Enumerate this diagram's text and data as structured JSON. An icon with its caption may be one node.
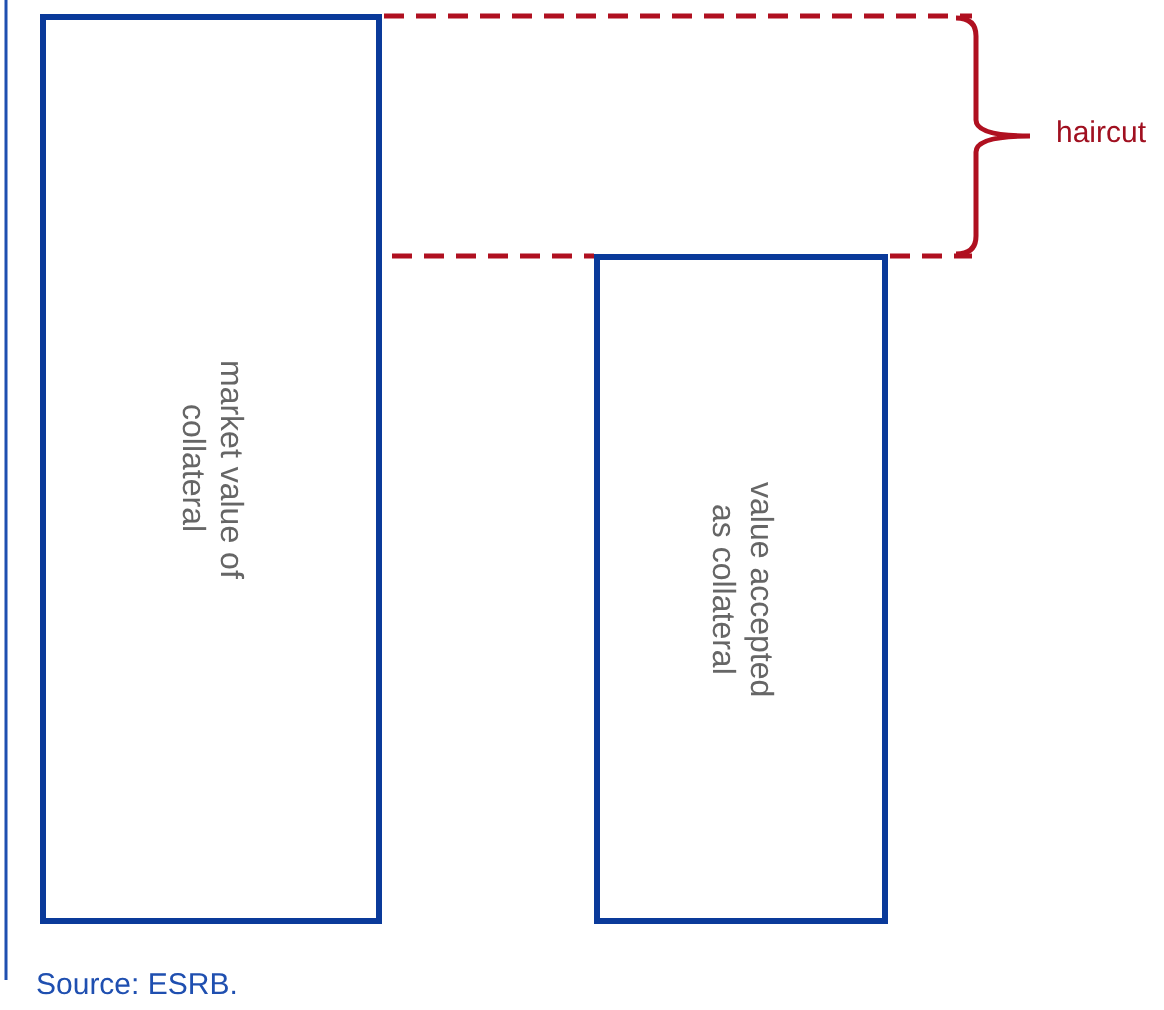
{
  "diagram": {
    "caption": "Source: ESRB.",
    "nodes": [
      {
        "text": [
          "market value of collateral"
        ]
      },
      {
        "text": [
          "value accepted as collateral"
        ]
      }
    ],
    "edges": [],
    "labels": [
      "haircut"
    ]
  }
}
